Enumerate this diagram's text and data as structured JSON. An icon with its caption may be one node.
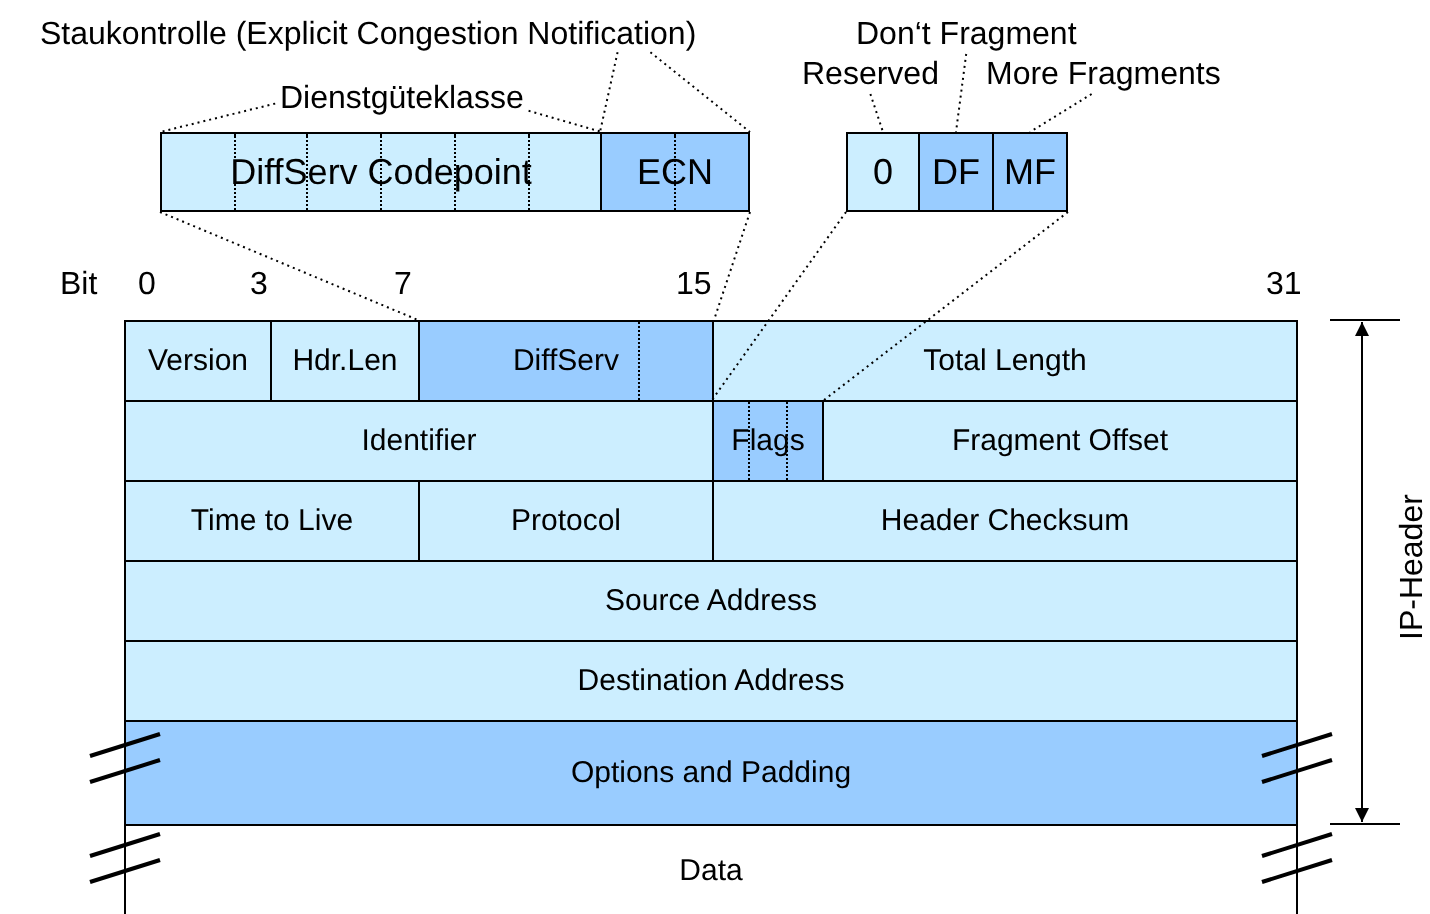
{
  "diagram": {
    "nodes": [
      {
        "text": [
          "Staukontrolle (Explicit Congestion Notification)"
        ]
      },
      {
        "text": [
          "Dienstgüteklasse"
        ]
      },
      {
        "text": [
          "Don‘t Fragment"
        ]
      },
      {
        "text": [
          "Reserved"
        ]
      },
      {
        "text": [
          "More Fragments"
        ]
      },
      {
        "text": [
          "DiffServ Codepoint"
        ]
      },
      {
        "text": [
          "ECN"
        ]
      },
      {
        "text": [
          "0"
        ]
      },
      {
        "text": [
          "DF"
        ]
      },
      {
        "text": [
          "MF"
        ]
      },
      {
        "text": [
          "Version"
        ]
      },
      {
        "text": [
          "Hdr.Len"
        ]
      },
      {
        "text": [
          "DiffServ"
        ]
      },
      {
        "text": [
          "Total Length"
        ]
      },
      {
        "text": [
          "Identifier"
        ]
      },
      {
        "text": [
          "Flags"
        ]
      },
      {
        "text": [
          "Fragment Offset"
        ]
      },
      {
        "text": [
          "Time to Live"
        ]
      },
      {
        "text": [
          "Protocol"
        ]
      },
      {
        "text": [
          "Header Checksum"
        ]
      },
      {
        "text": [
          "Source Address"
        ]
      },
      {
        "text": [
          "Destination Address"
        ]
      },
      {
        "text": [
          "Options and Padding"
        ]
      },
      {
        "text": [
          "Data"
        ]
      }
    ],
    "edges": [
      {
        "from": 0,
        "to": 6,
        "arrow": "none"
      },
      {
        "from": 1,
        "to": 5,
        "arrow": "none"
      },
      {
        "from": 3,
        "to": 7,
        "arrow": "none"
      },
      {
        "from": 2,
        "to": 8,
        "arrow": "none"
      },
      {
        "from": 4,
        "to": 9,
        "arrow": "none"
      },
      {
        "from": 5,
        "to": 12,
        "arrow": "none"
      },
      {
        "from": 6,
        "to": 12,
        "arrow": "none"
      },
      {
        "from": 7,
        "to": 15,
        "arrow": "none"
      },
      {
        "from": 9,
        "to": 15,
        "arrow": "none"
      }
    ],
    "labels": [
      "Bit",
      "0",
      "3",
      "7",
      "15",
      "31",
      "IP-Header"
    ]
  }
}
